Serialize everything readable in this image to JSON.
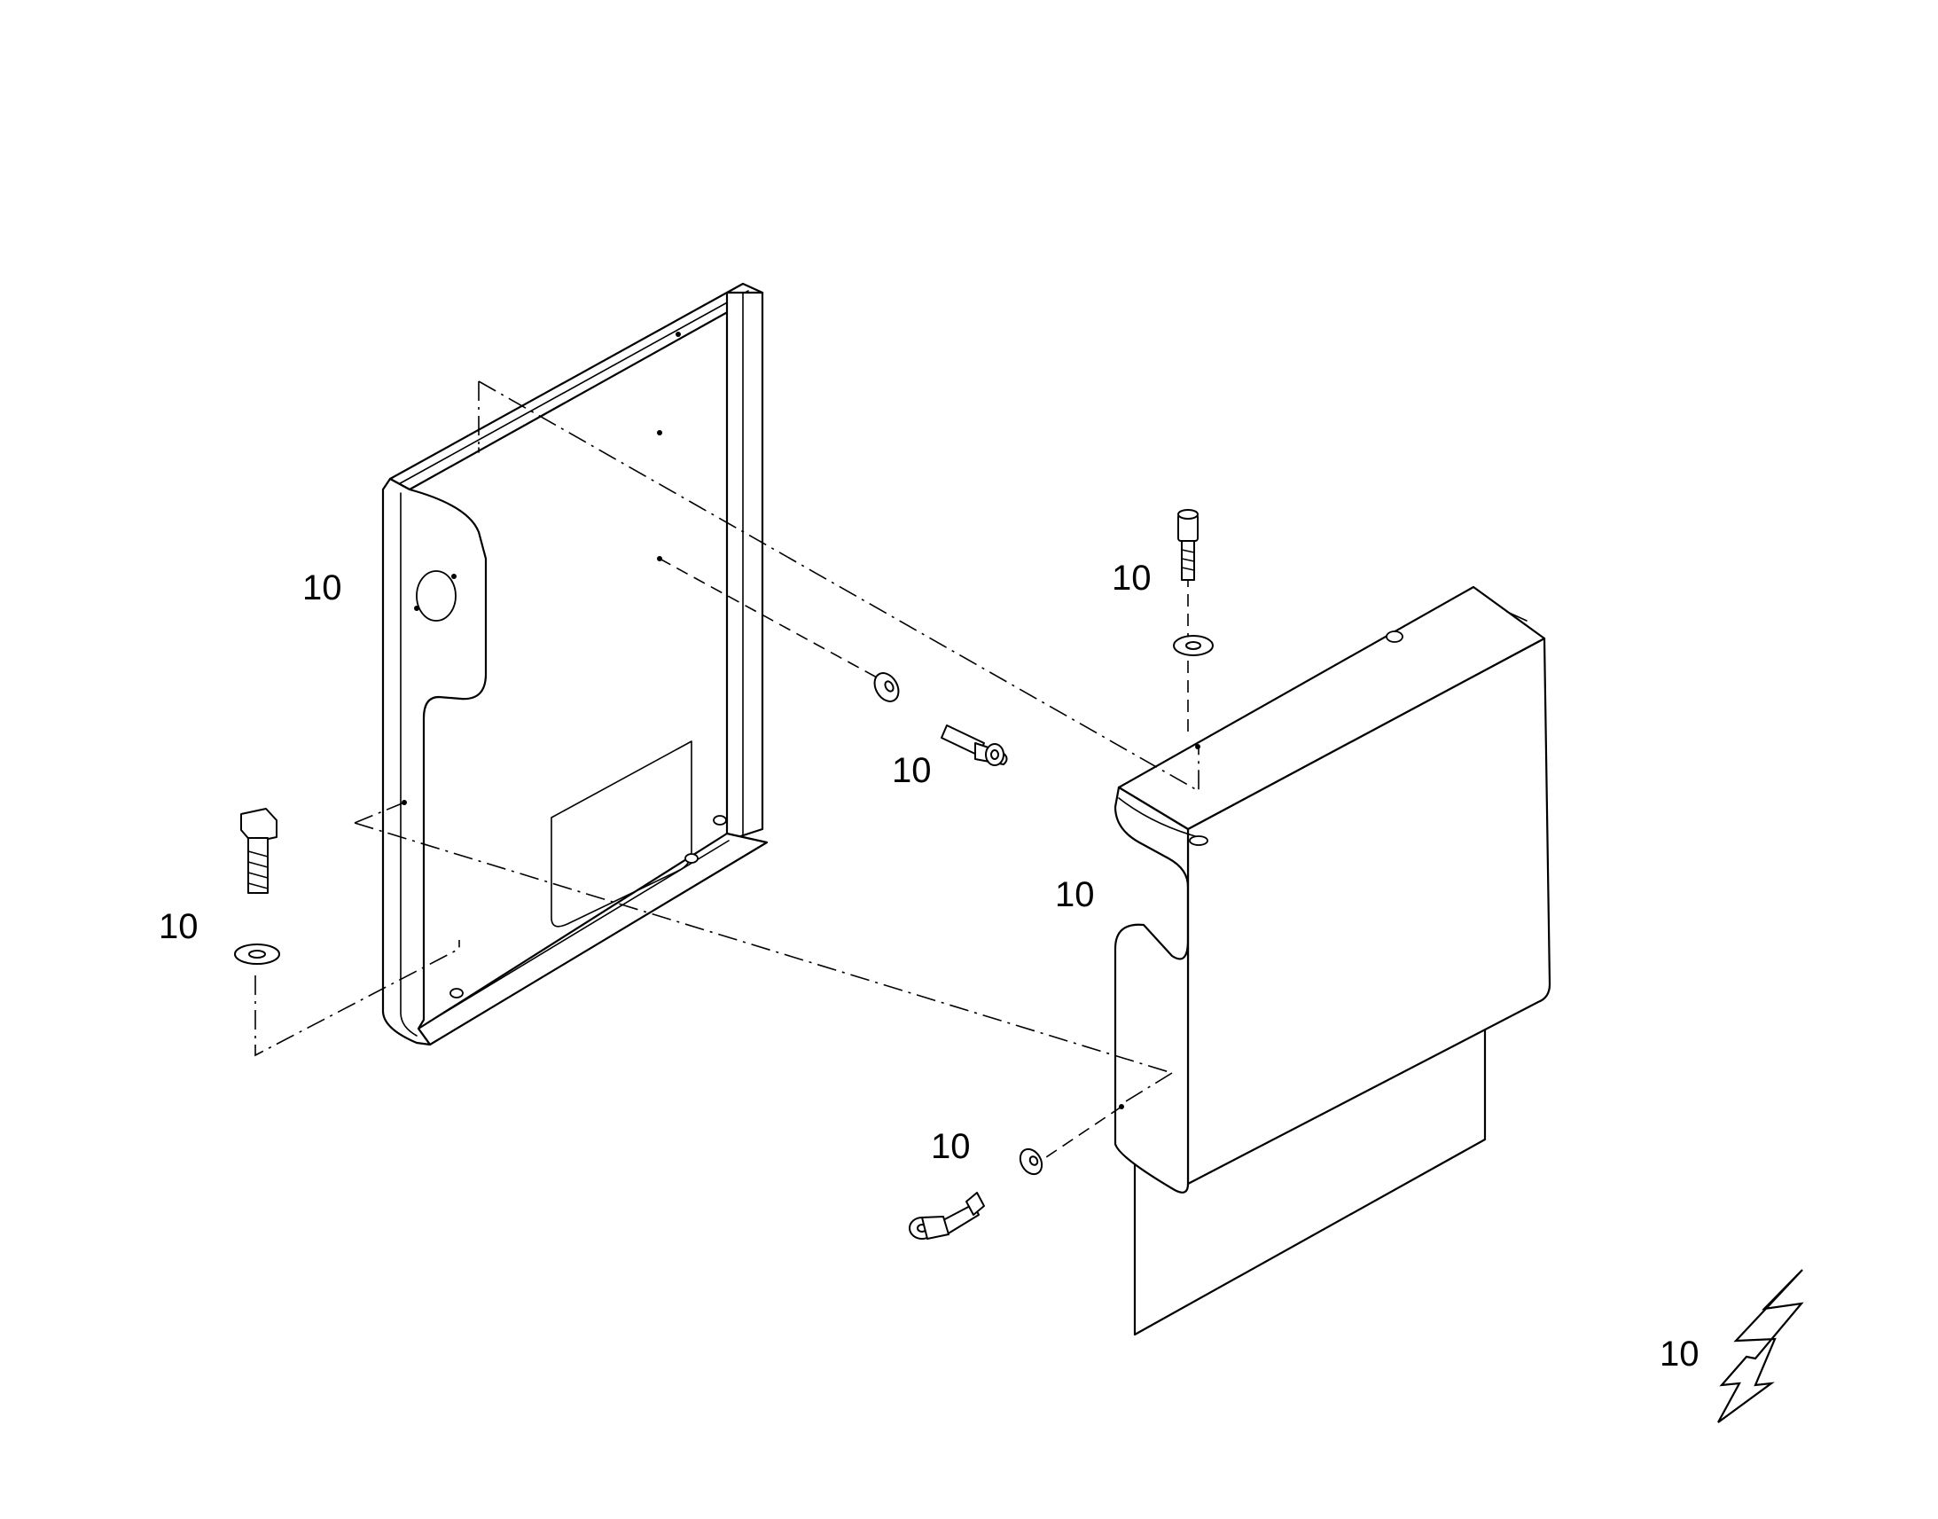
{
  "drawing": {
    "callouts": [
      {
        "id": "left-bracket",
        "text": "10"
      },
      {
        "id": "upper-right-bolt",
        "text": "10"
      },
      {
        "id": "center-bolt",
        "text": "10"
      },
      {
        "id": "left-bolt",
        "text": "10"
      },
      {
        "id": "right-cover",
        "text": "10"
      },
      {
        "id": "lower-bolt",
        "text": "10"
      },
      {
        "id": "lightning-symbol",
        "text": "10"
      }
    ],
    "icons": {
      "electrical_symbol": "lightning-bolt-icon"
    }
  }
}
